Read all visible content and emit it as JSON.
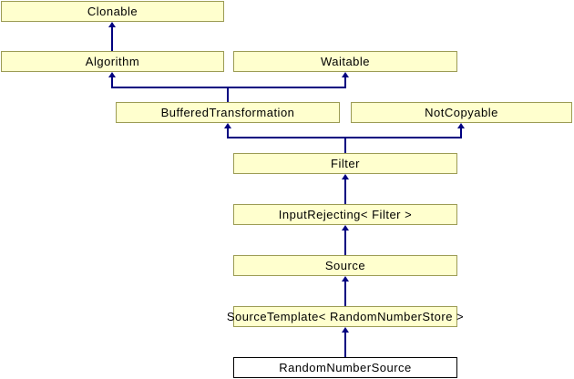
{
  "diagram": {
    "type": "inheritance-diagram",
    "current_node": "RandomNumberSource",
    "nodes": [
      {
        "id": "clonable",
        "label": "Clonable"
      },
      {
        "id": "algorithm",
        "label": "Algorithm"
      },
      {
        "id": "waitable",
        "label": "Waitable"
      },
      {
        "id": "buffered-transformation",
        "label": "BufferedTransformation"
      },
      {
        "id": "not-copyable",
        "label": "NotCopyable"
      },
      {
        "id": "filter",
        "label": "Filter"
      },
      {
        "id": "input-rejecting-filter",
        "label": "InputRejecting< Filter >"
      },
      {
        "id": "source",
        "label": "Source"
      },
      {
        "id": "source-template",
        "label": "SourceTemplate< RandomNumberStore >"
      },
      {
        "id": "random-number-source",
        "label": "RandomNumberSource"
      }
    ],
    "edges": [
      {
        "child": "Algorithm",
        "parent": "Clonable"
      },
      {
        "child": "BufferedTransformation",
        "parent": "Algorithm"
      },
      {
        "child": "BufferedTransformation",
        "parent": "Waitable"
      },
      {
        "child": "Filter",
        "parent": "BufferedTransformation"
      },
      {
        "child": "Filter",
        "parent": "NotCopyable"
      },
      {
        "child": "InputRejecting< Filter >",
        "parent": "Filter"
      },
      {
        "child": "Source",
        "parent": "InputRejecting< Filter >"
      },
      {
        "child": "SourceTemplate< RandomNumberStore >",
        "parent": "Source"
      },
      {
        "child": "RandomNumberSource",
        "parent": "SourceTemplate< RandomNumberStore >"
      }
    ],
    "colors": {
      "node_fill": "#FFFFCE",
      "node_border": "#9C9C54",
      "edge": "#000080",
      "current_node_fill": "#FFFFFF",
      "current_node_border": "#000000",
      "text": "#000000",
      "background": "#FFFFFF"
    }
  }
}
